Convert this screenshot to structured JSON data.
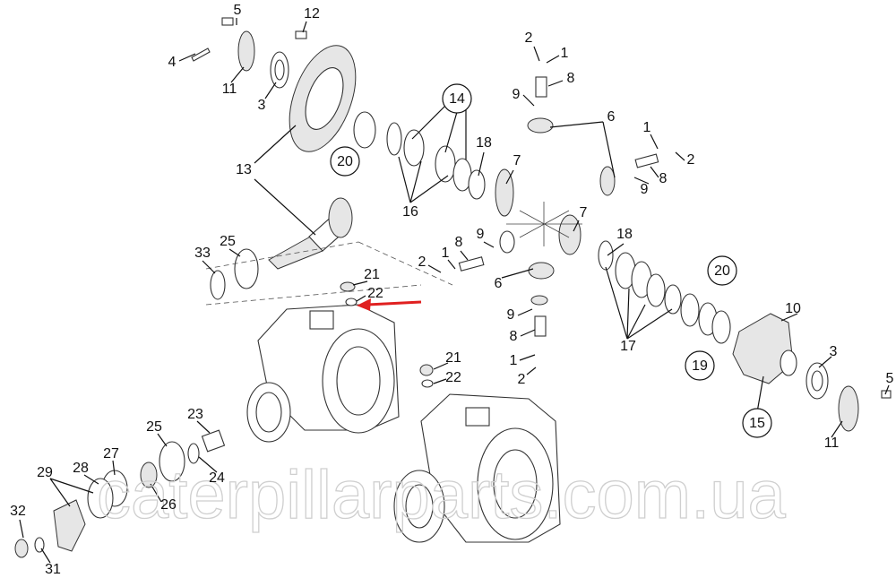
{
  "diagram": {
    "watermark": "caterpillarparts.com.ua",
    "callouts": [
      "5",
      "12",
      "4",
      "11",
      "3",
      "2",
      "1",
      "8",
      "9",
      "6",
      "14",
      "18",
      "20",
      "13",
      "16",
      "7",
      "1",
      "2",
      "9",
      "8",
      "7",
      "18",
      "20",
      "33",
      "25",
      "1",
      "8",
      "9",
      "2",
      "21",
      "22",
      "6",
      "9",
      "8",
      "1",
      "2",
      "17",
      "19",
      "10",
      "3",
      "15",
      "5",
      "11",
      "21",
      "22",
      "23",
      "25",
      "24",
      "27",
      "28",
      "29",
      "26",
      "32",
      "31"
    ],
    "highlight_color": "#e02020"
  }
}
